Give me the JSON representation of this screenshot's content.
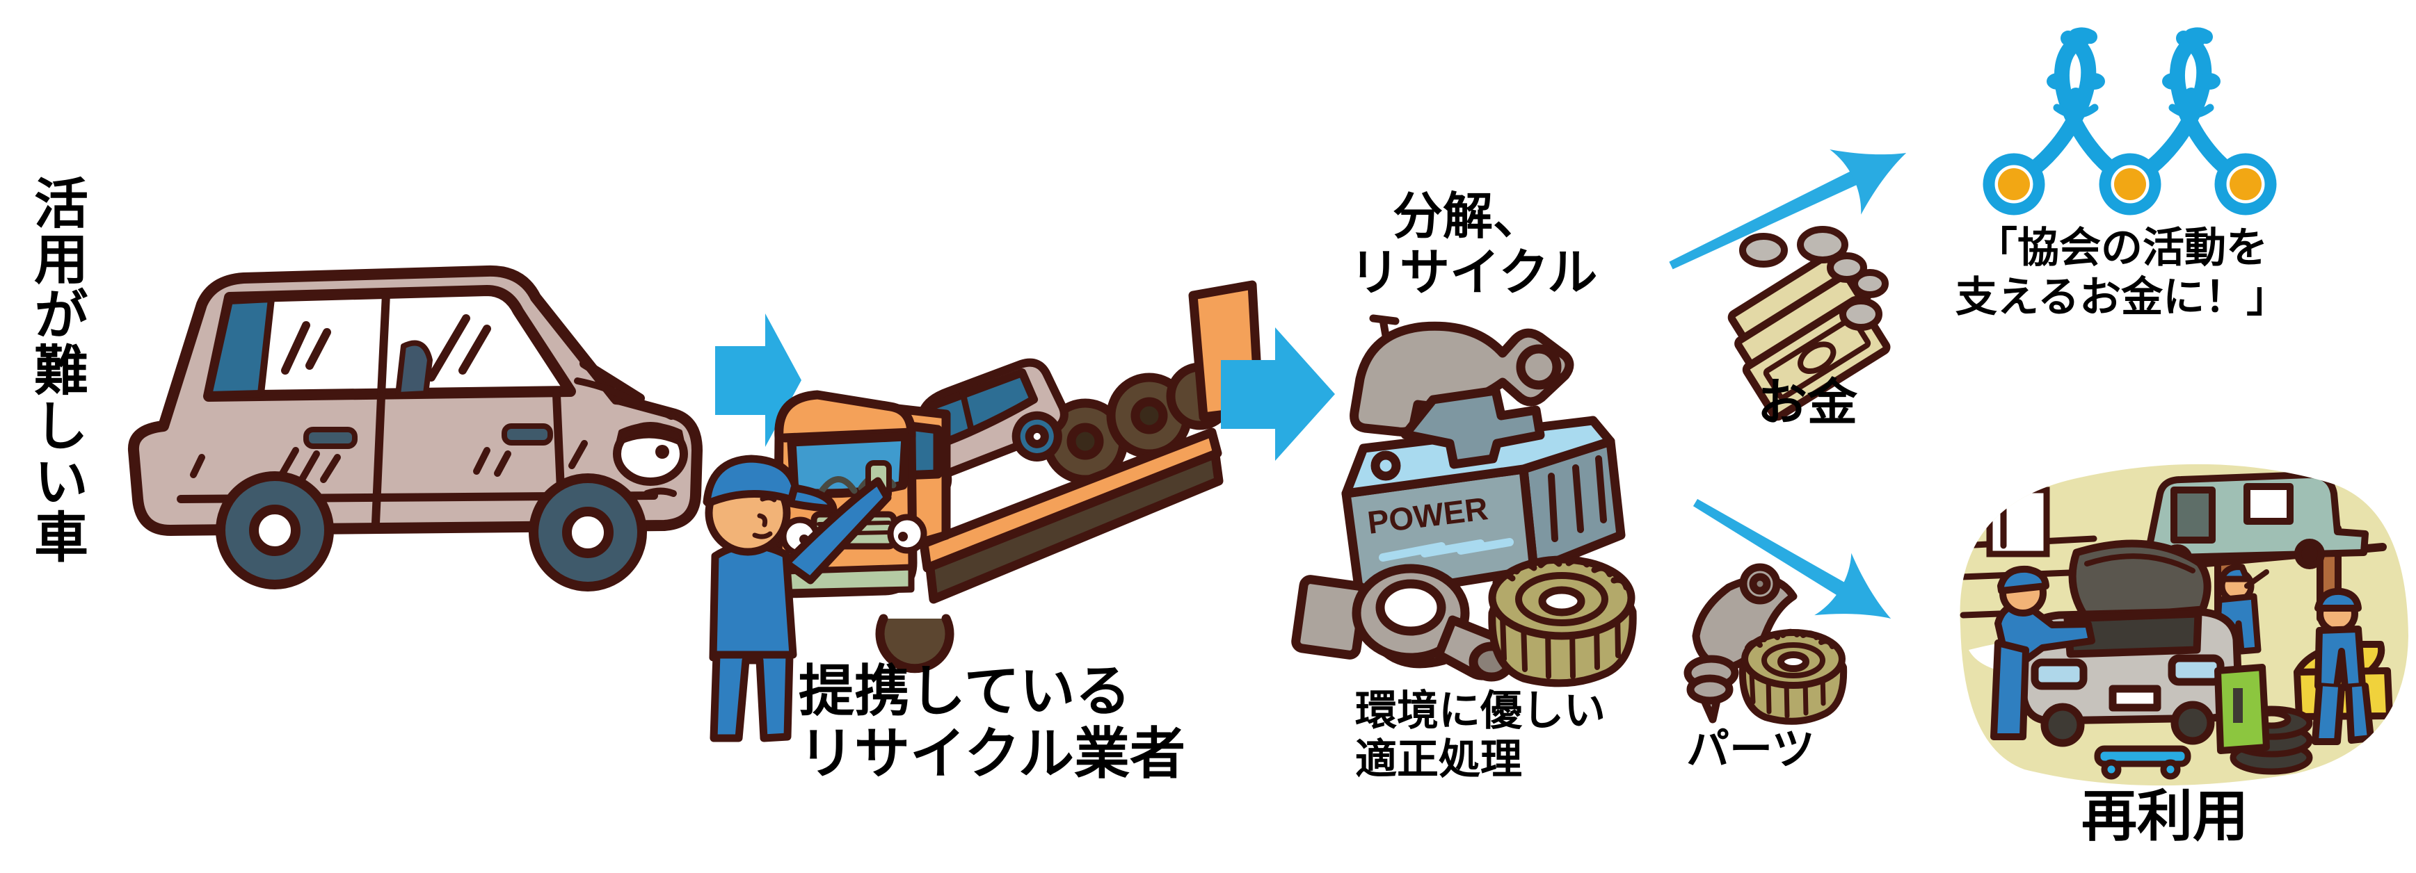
{
  "colors": {
    "arrow_blue": "#29ABE2",
    "outline_brown": "#42150F",
    "car_body_pink": "#C9B3AD",
    "window_blue": "#2D6E94",
    "truck_orange": "#F4A159",
    "grille_green": "#B5CBA4",
    "worker_blue": "#2F7FC0",
    "skin": "#F2B377",
    "battery_gray": "#8FA6AC",
    "battery_top_blue": "#A9DAEF",
    "khaki_gear": "#B3A96A",
    "metal_gray": "#ACA49D",
    "bill_tan": "#E3D9A6",
    "coin_gray": "#BDB8B2",
    "logo_blue": "#18A2DE",
    "logo_orange": "#F2A714",
    "garage_tan": "#E8E2AC",
    "text_black": "#000000"
  },
  "flow": {
    "source": {
      "label": "活用が難しい車"
    },
    "recycler": {
      "label_line1": "提携している",
      "label_line2": "リサイクル業者"
    },
    "dismantle": {
      "label_line1": "分解、",
      "label_line2": "リサイクル",
      "process_label_line1": "環境に優しい",
      "process_label_line2": "適正処理",
      "battery_text": "POWER"
    },
    "money_branch": {
      "item_label": "お金",
      "result_line1": "「協会の活動を",
      "result_line2": "支えるお金に！」"
    },
    "parts_branch": {
      "item_label": "パーツ",
      "result_label": "再利用"
    }
  }
}
